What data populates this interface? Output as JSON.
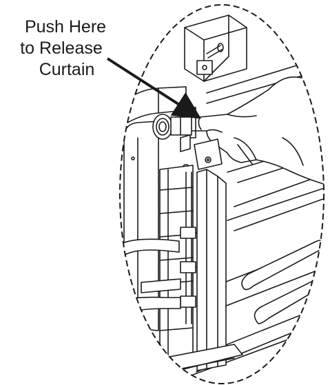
{
  "callout": {
    "line1": "Push Here",
    "line2": "to Release",
    "line3": "Curtain"
  },
  "colors": {
    "ink": "#1a1a1a",
    "background": "#ffffff",
    "shadow": "#d9d9d9"
  }
}
